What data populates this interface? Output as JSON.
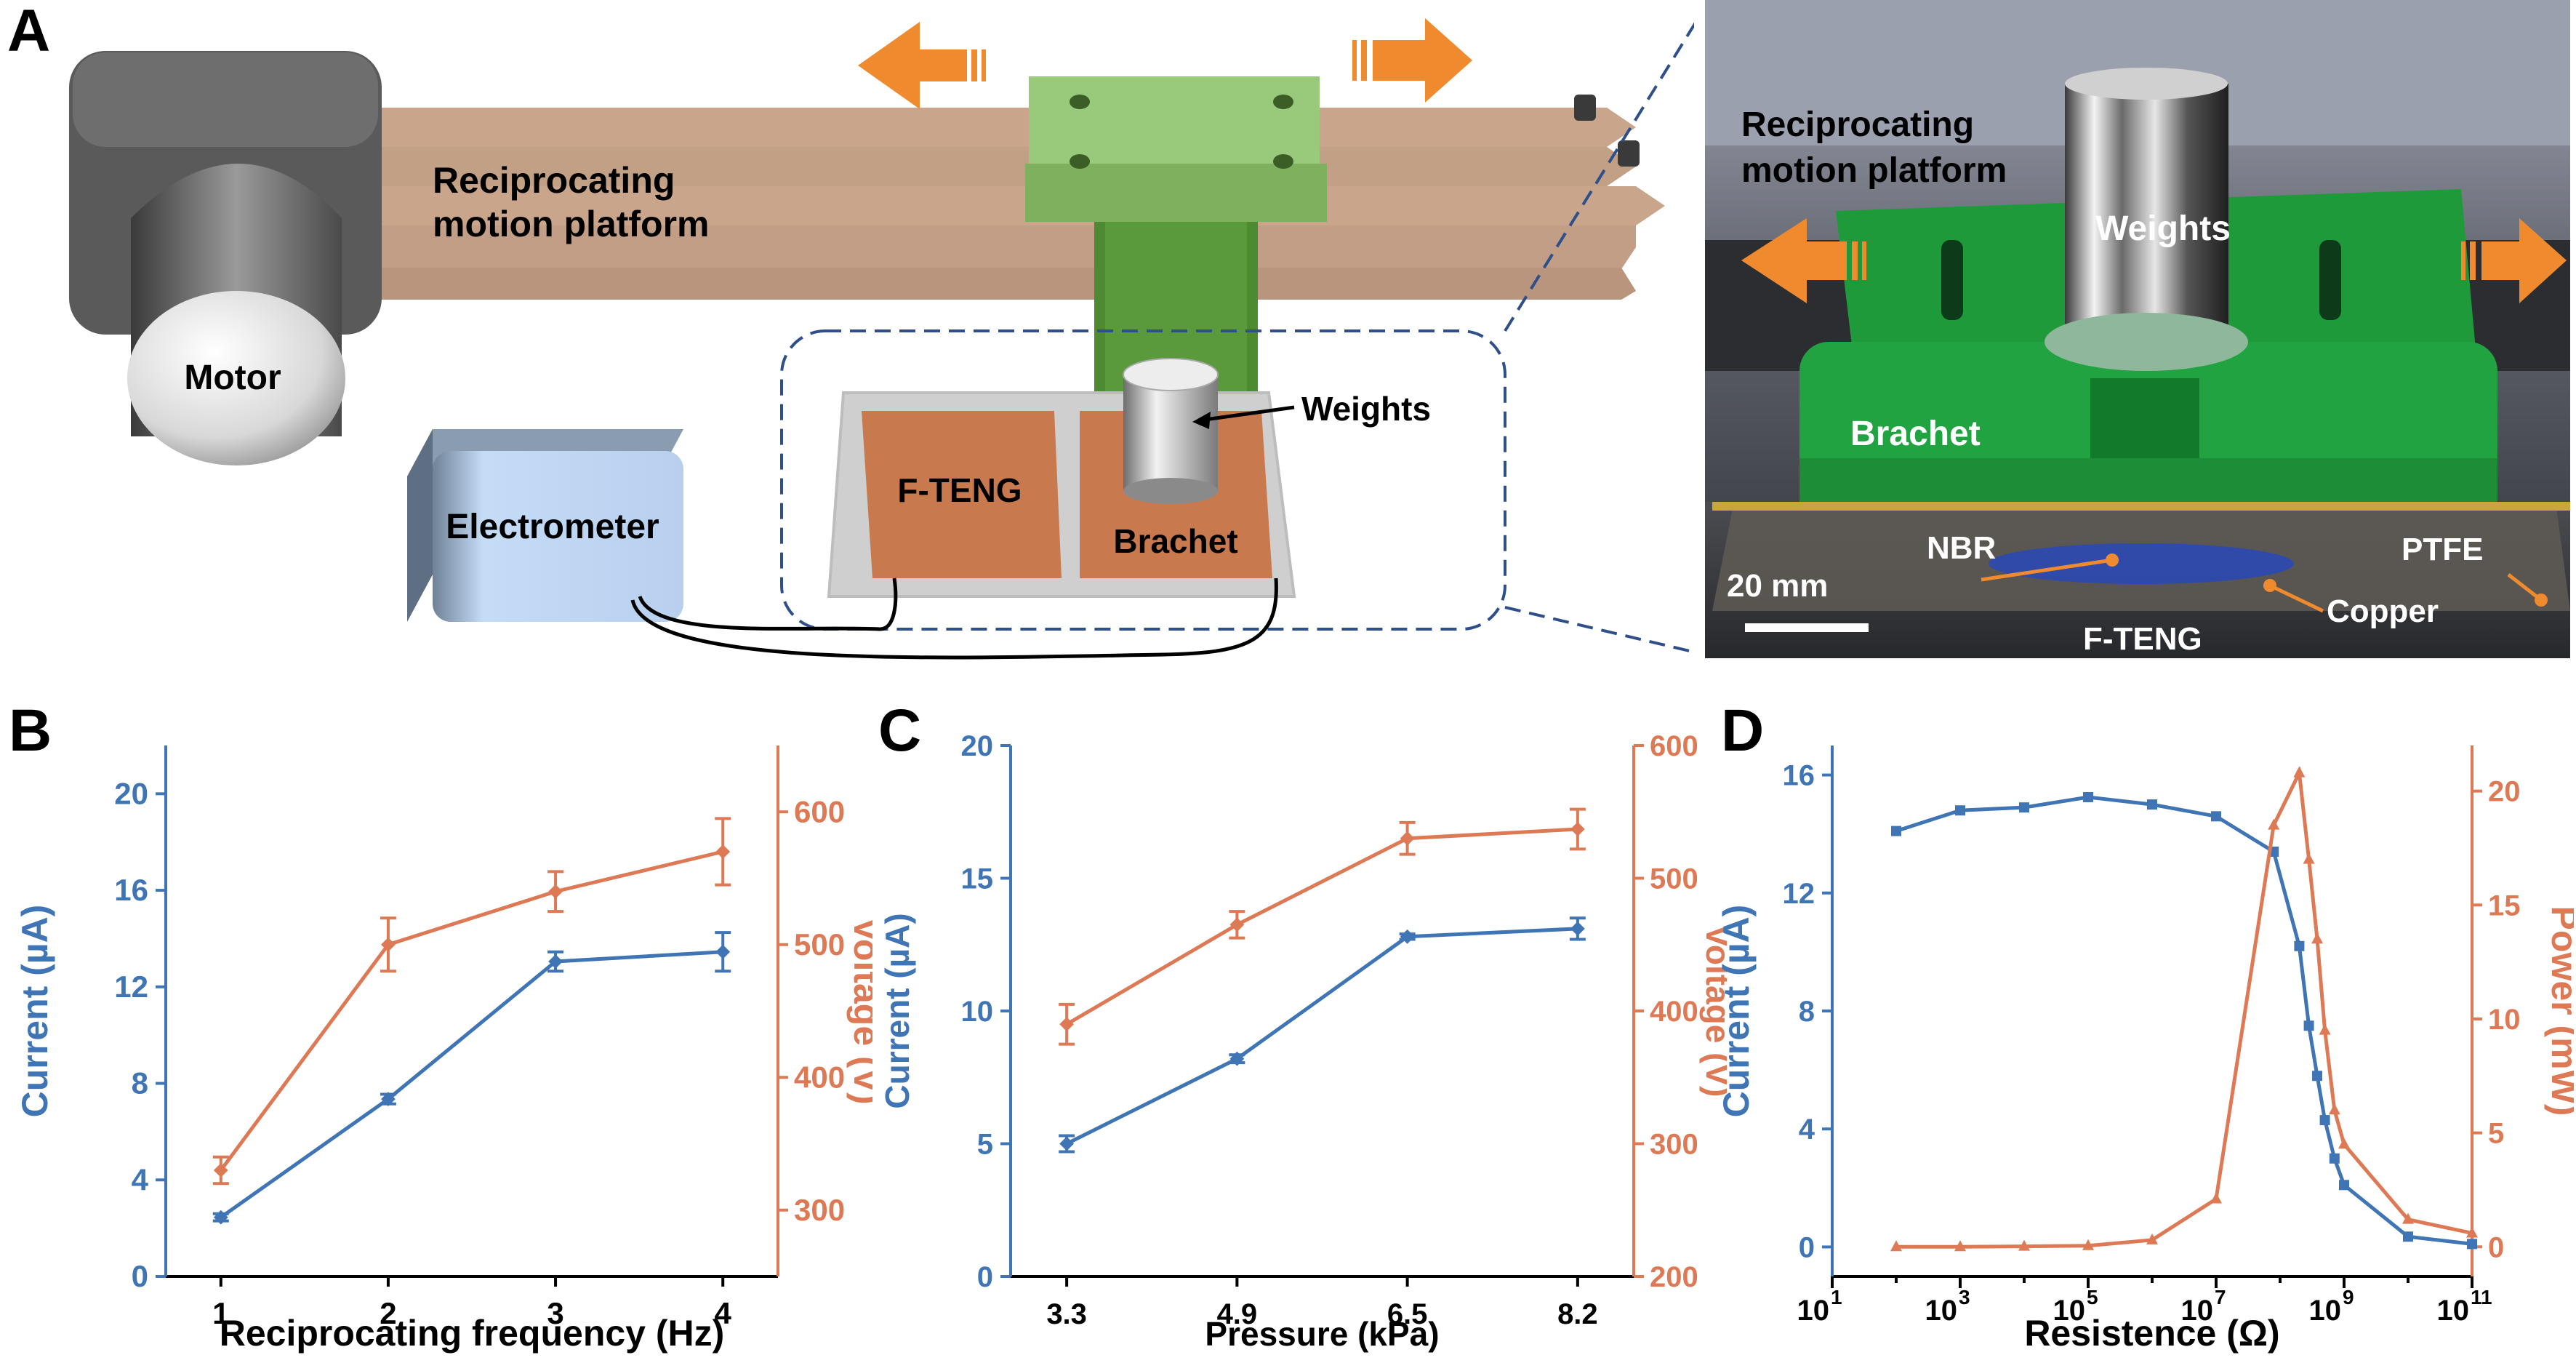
{
  "panels": {
    "a": "A",
    "b": "B",
    "c": "C",
    "d": "D"
  },
  "schematic": {
    "motor": "Motor",
    "platform_line1": "Reciprocating",
    "platform_line2": "motion platform",
    "electrometer": "Electrometer",
    "fteng": "F-TENG",
    "bracket": "Brachet",
    "weights": "Weights"
  },
  "photo": {
    "platform_line1": "Reciprocating",
    "platform_line2": "motion platform",
    "weights": "Weights",
    "bracket": "Brachet",
    "nbr": "NBR",
    "ptfe": "PTFE",
    "copper": "Copper",
    "fteng": "F-TENG",
    "scalebar": "20 mm"
  },
  "colors": {
    "current": "#3f75b4",
    "voltage": "#dd7a55",
    "arrow": "#f08a2f",
    "wood": "#c9a58c",
    "bracket_green": "#8fc26b"
  },
  "chart_data": [
    {
      "type": "line",
      "id": "B",
      "xlabel": "Reciprocating frequency (Hz)",
      "x": [
        1,
        2,
        3,
        4
      ],
      "x_ticks": [
        "1",
        "2",
        "3",
        "4"
      ],
      "left_axis": {
        "label": "Current (µA)",
        "ylim": [
          0,
          22
        ],
        "ticks": [
          "0",
          "4",
          "8",
          "12",
          "16",
          "20"
        ]
      },
      "right_axis": {
        "label": "Voltage (V)",
        "ylim": [
          250,
          650
        ],
        "ticks": [
          "300",
          "400",
          "500",
          "600"
        ]
      },
      "series": [
        {
          "axis": "left",
          "values": [
            2.45,
            7.35,
            13.05,
            13.45
          ],
          "err": [
            0.15,
            0.2,
            0.4,
            0.8
          ]
        },
        {
          "axis": "right",
          "values": [
            330,
            500,
            540,
            570
          ],
          "err": [
            10,
            20,
            15,
            25
          ]
        }
      ]
    },
    {
      "type": "line",
      "id": "C",
      "xlabel": "Pressure (kPa)",
      "x": [
        3.3,
        4.9,
        6.5,
        8.2
      ],
      "x_ticks": [
        "3.3",
        "4.9",
        "6.5",
        "8.2"
      ],
      "left_axis": {
        "label": "Current (µA)",
        "ylim": [
          0,
          20
        ],
        "ticks": [
          "0",
          "5",
          "10",
          "15",
          "20"
        ]
      },
      "right_axis": {
        "label": "Voltage (V)",
        "ylim": [
          200,
          600
        ],
        "ticks": [
          "200",
          "300",
          "400",
          "500",
          "600"
        ]
      },
      "series": [
        {
          "axis": "left",
          "values": [
            5.0,
            8.2,
            12.8,
            13.1
          ],
          "err": [
            0.3,
            0.15,
            0.1,
            0.4
          ]
        },
        {
          "axis": "right",
          "values": [
            390,
            465,
            530,
            537
          ],
          "err": [
            15,
            10,
            12,
            15
          ]
        }
      ]
    },
    {
      "type": "line",
      "id": "D",
      "xlabel": "Resistence (Ω)",
      "xscale": "log",
      "xlim_exp": [
        1,
        11
      ],
      "x_tick_exps": [
        1,
        3,
        5,
        7,
        9,
        11
      ],
      "x_tick_base": "10",
      "left_axis": {
        "label": "Current (µA)",
        "ylim": [
          -1,
          17
        ],
        "ticks": [
          "0",
          "4",
          "8",
          "12",
          "16"
        ]
      },
      "right_axis": {
        "label": "Power (mW)",
        "ylim": [
          -1.3,
          22
        ],
        "ticks": [
          "0",
          "5",
          "10",
          "15",
          "20"
        ]
      },
      "x_exps": [
        2,
        3,
        4,
        5,
        6,
        7,
        7.9,
        8.3,
        8.45,
        8.58,
        8.7,
        8.85,
        9,
        10,
        11
      ],
      "series": [
        {
          "axis": "left",
          "marker": "square",
          "values": [
            14.1,
            14.8,
            14.9,
            15.25,
            15.0,
            14.6,
            13.4,
            10.2,
            7.5,
            5.8,
            4.3,
            3.0,
            2.1,
            0.35,
            0.1
          ]
        },
        {
          "axis": "right",
          "marker": "triangle",
          "values": [
            0.0,
            0.0,
            0.02,
            0.05,
            0.3,
            2.1,
            18.5,
            20.8,
            17.0,
            13.5,
            9.5,
            6.0,
            4.5,
            1.2,
            0.6
          ]
        }
      ]
    }
  ]
}
